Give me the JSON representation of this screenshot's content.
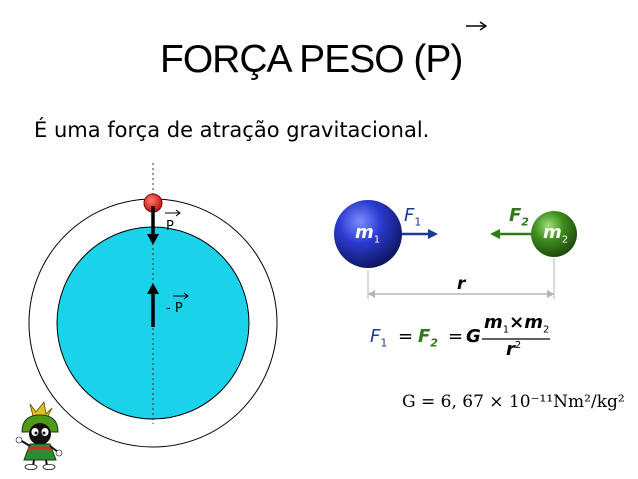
{
  "title": "FORÇA PESO (P)",
  "subtitle": "É uma força de atração gravitacional.",
  "left_diagram": {
    "weight_label": "P",
    "reaction_label": "- P"
  },
  "right_diagram": {
    "mass1": "m",
    "mass1_sub": "1",
    "mass2": "m",
    "mass2_sub": "2",
    "force1": "F",
    "force1_sub": "1",
    "force2": "F",
    "force2_sub": "2",
    "distance": "r"
  },
  "formula": {
    "lhs1": "F",
    "lhs1_sub": "1",
    "eq1": "=",
    "lhs2": "F",
    "lhs2_sub": "2",
    "eq2": "=",
    "g": "G",
    "num_m1": "m",
    "num_sub1": "1",
    "times": "×",
    "num_m2": "m",
    "num_sub2": "2",
    "den": "r",
    "den_sup": "2"
  },
  "gconst": "G = 6, 67 × 10⁻¹¹Nm²/kg²",
  "colors": {
    "earth": "#1ad2ea",
    "weight_ball": "#e8241c",
    "mass1": "#1c2a9c",
    "mass2": "#2f7a1a",
    "force_arrow": "#1c3a98",
    "f1_color": "#1c3a98",
    "f2_color": "#2f7a1a",
    "distance_line": "#b5b5b5"
  },
  "icons": {
    "mascot": "marvin-the-martian-icon"
  }
}
